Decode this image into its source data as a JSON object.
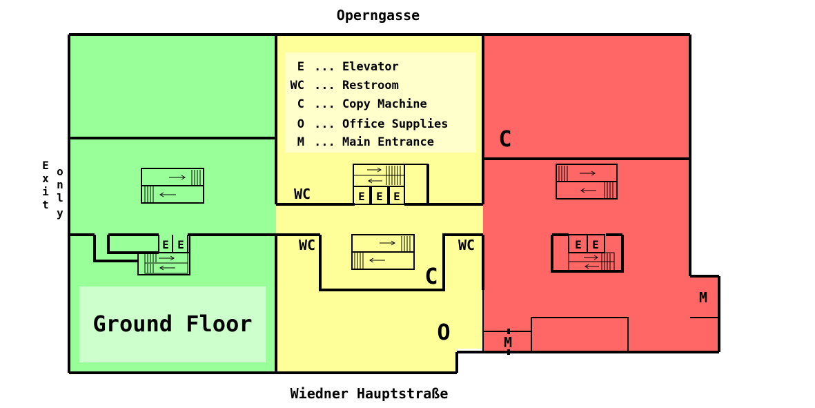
{
  "streets": {
    "north": "Operngasse",
    "south": "Wiedner Hauptstraße"
  },
  "side_label": {
    "col1": [
      "E",
      "x",
      "i",
      "t"
    ],
    "col2": [
      "o",
      "n",
      "l",
      "y"
    ]
  },
  "floor_title": "Ground Floor",
  "legend": [
    {
      "code": "E",
      "text": "... Elevator"
    },
    {
      "code": "WC",
      "text": "... Restroom"
    },
    {
      "code": "C",
      "text": "... Copy Machine"
    },
    {
      "code": "O",
      "text": "... Office Supplies"
    },
    {
      "code": "M",
      "text": "... Main Entrance"
    }
  ],
  "markers": {
    "wc": "WC",
    "copy": "C",
    "office": "O",
    "entrance": "M",
    "elevator": "E"
  },
  "colors": {
    "green_zone": "#99ff99",
    "yellow_zone": "#ffff99",
    "red_zone": "#ff6666",
    "legend_box": "#ffffcc",
    "title_box": "#ccffcc"
  }
}
